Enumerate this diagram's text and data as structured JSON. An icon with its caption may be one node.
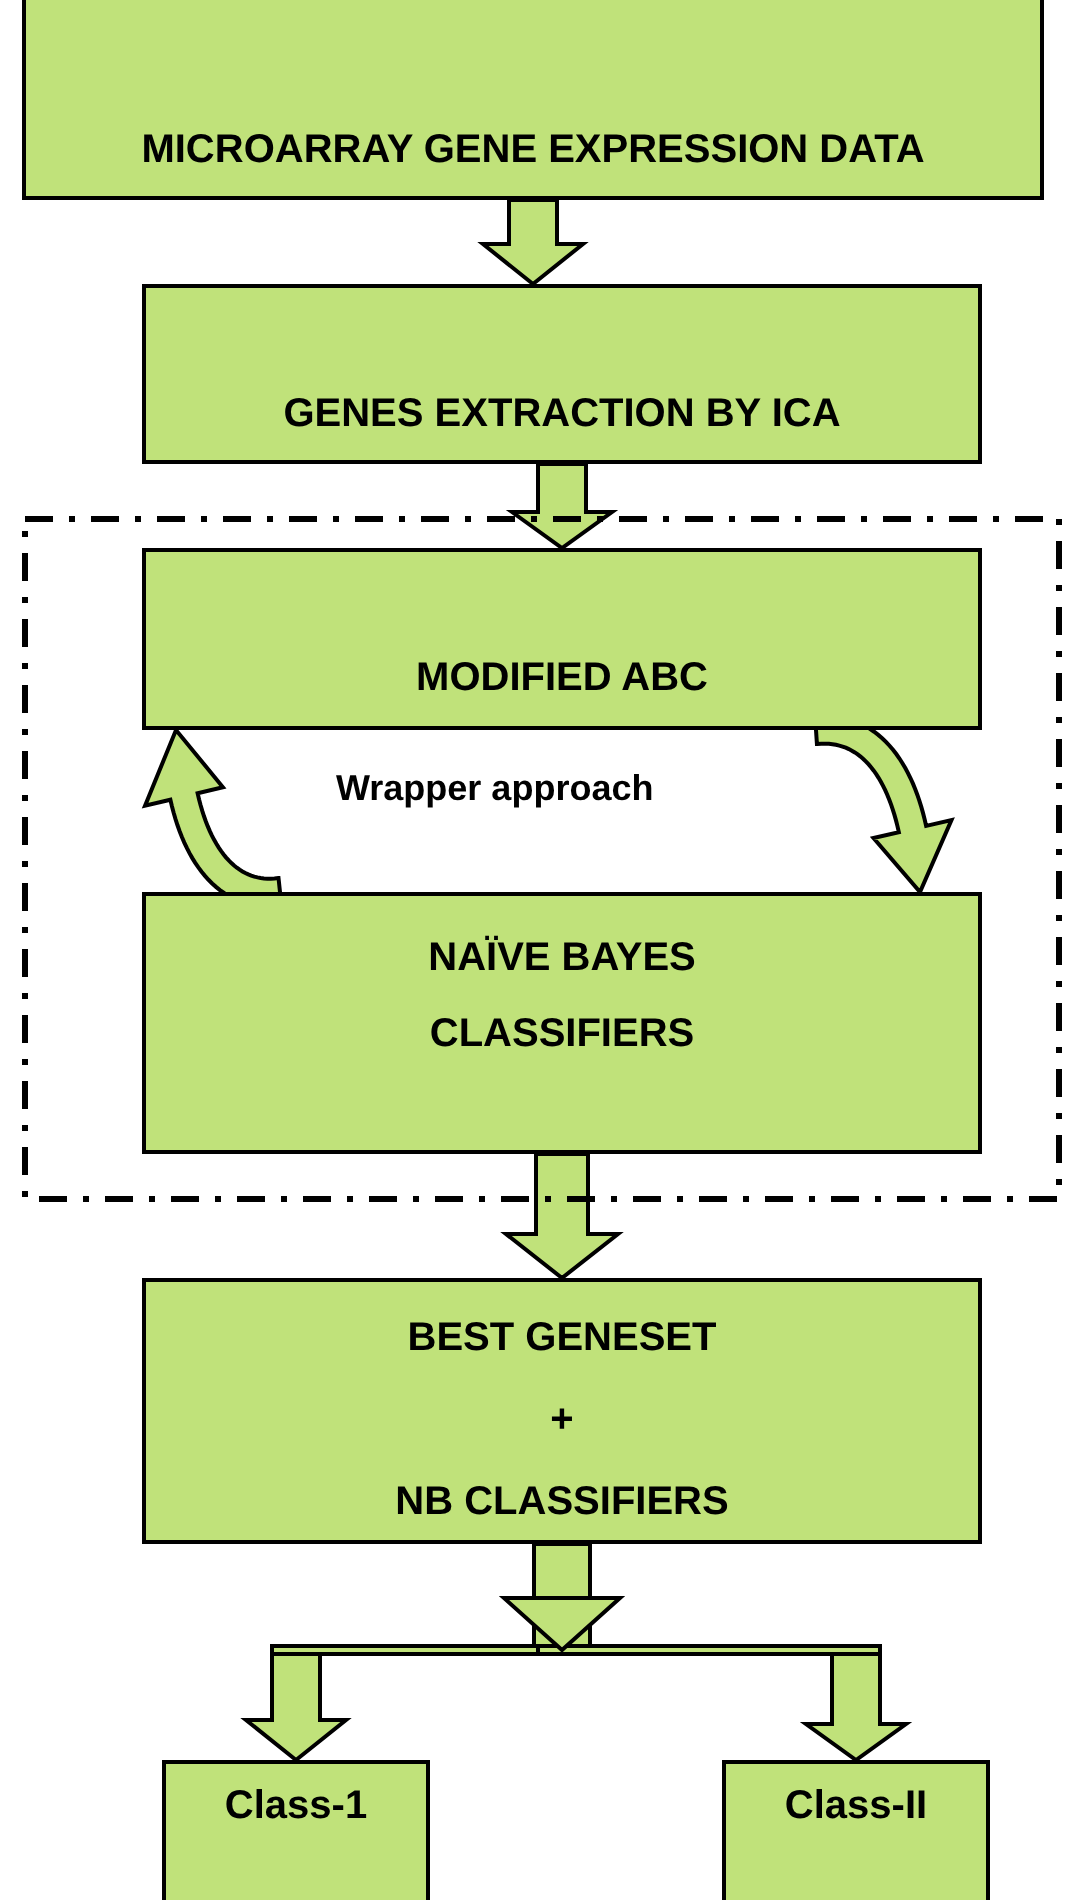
{
  "diagram": {
    "nodes": [
      {
        "text": [
          "MICROARRAY GENE  EXPRESSION DATA"
        ]
      },
      {
        "text": [
          "GENES EXTRACTION  BY ICA"
        ]
      },
      {
        "text": [],
        "shape": "box"
      },
      {
        "text": [
          "MODIFIED ABC"
        ],
        "in": 2
      },
      {
        "text": [
          "NAÏVE  BAYES CLASSIFIERS"
        ],
        "in": 2
      },
      {
        "text": [
          "BEST GENESET",
          "+",
          "NB CLASSIFIERS"
        ]
      },
      {
        "text": [
          "Class-1"
        ]
      },
      {
        "text": [
          "Class-II"
        ]
      }
    ],
    "edges": [
      {
        "from": 0,
        "to": 1,
        "arrow": "to"
      },
      {
        "from": 1,
        "to": 3,
        "arrow": "to"
      },
      {
        "from": 4,
        "to": 3,
        "arrow": "to"
      },
      {
        "from": 3,
        "to": 4,
        "arrow": "to"
      },
      {
        "from": 4,
        "to": 5,
        "arrow": "to"
      },
      {
        "from": 5,
        "to": 6,
        "arrow": "to"
      },
      {
        "from": 5,
        "to": 7,
        "arrow": "to"
      }
    ],
    "labels": [
      "Wrapper approach"
    ]
  }
}
